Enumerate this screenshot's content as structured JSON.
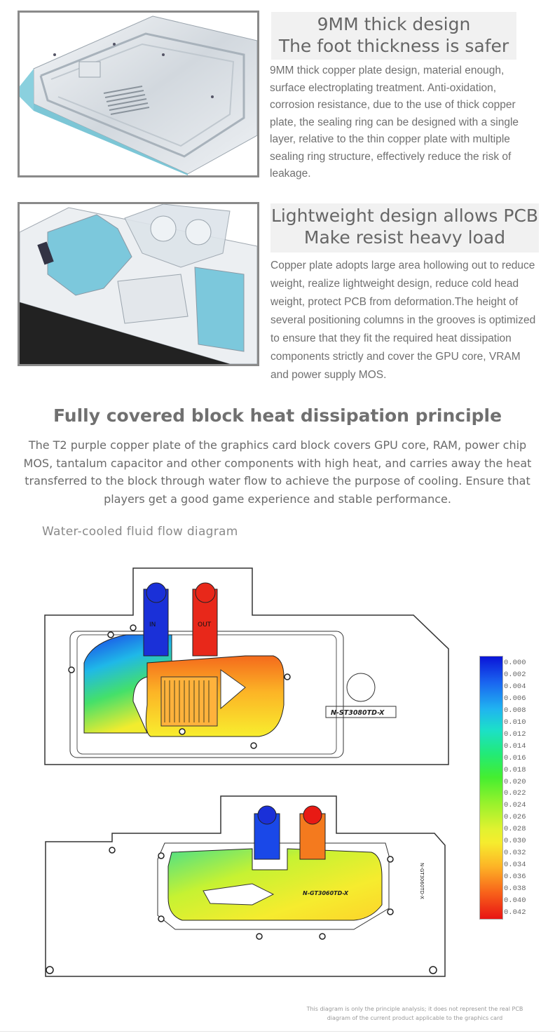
{
  "section1": {
    "heading_line1": "9MM thick design",
    "heading_line2": "The foot thickness is safer",
    "body": "9MM thick copper plate design, material enough, surface electroplating treatment. Anti-oxidation, corrosion resistance, due to the use of thick copper plate, the sealing ring can be designed with a single layer, relative to the thin copper plate with multiple sealing ring structure, effectively reduce the risk of leakage."
  },
  "section2": {
    "heading_line1": "Lightweight design allows PCB",
    "heading_line2": "Make resist heavy load",
    "body": "Copper plate adopts large area hollowing out to reduce weight, realize lightweight design, reduce cold head weight, protect PCB from deformation.The height of several positioning columns in the grooves is optimized to ensure that they fit the required heat dissipation components strictly and cover the GPU core, VRAM and power supply MOS."
  },
  "principle": {
    "title": "Fully covered block heat dissipation principle",
    "body": "The T2 purple copper plate of the graphics card block covers GPU core, RAM, power chip MOS, tantalum capacitor and other components with high heat, and carries away the heat transferred to the block through water flow to achieve the purpose of cooling. Ensure that players get a good game experience and stable performance."
  },
  "diagram": {
    "title": "Water-cooled fluid flow diagram",
    "label_in": "IN",
    "label_out": "OUT",
    "model_top": "N-ST3080TD-X",
    "model_bottom": "N-GT3060TD-X",
    "side_mark": "N-GT3060TD-X",
    "legend": [
      "0.000",
      "0.002",
      "0.004",
      "0.006",
      "0.008",
      "0.010",
      "0.012",
      "0.014",
      "0.016",
      "0.018",
      "0.020",
      "0.022",
      "0.024",
      "0.026",
      "0.028",
      "0.030",
      "0.032",
      "0.034",
      "0.036",
      "0.038",
      "0.040",
      "0.042"
    ],
    "legend_colors": [
      "#0a14d8",
      "#1040e8",
      "#1a66f0",
      "#1e8ef2",
      "#20b4f0",
      "#1fd0e4",
      "#1ce0c8",
      "#1ee6a4",
      "#22ea78",
      "#2cec4e",
      "#44ee30",
      "#6cf02c",
      "#98f22c",
      "#c2f42e",
      "#e2f230",
      "#f6ec2e",
      "#fcd42a",
      "#fdb426",
      "#fc8e20",
      "#f8621a",
      "#f33616",
      "#e81414"
    ],
    "note_line1": "This diagram is only the principle analysis; it does not represent the real PCB",
    "note_line2": "diagram of the current product applicable to the graphics card"
  },
  "colors": {
    "frame": "#8a8a8a",
    "heading_bg": "#f1f1f1",
    "cold": "#1428d8",
    "hot": "#e81a14"
  }
}
